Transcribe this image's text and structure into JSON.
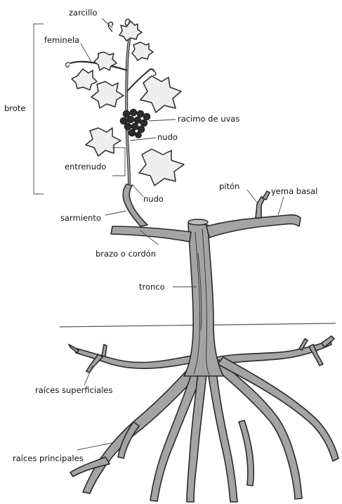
{
  "labels": {
    "zarcillo": "zarcillo",
    "feminela": "feminela",
    "brote": "brote",
    "racimo": "racimo de uvas",
    "nudo_upper": "nudo",
    "entrenudo": "entrenudo",
    "nudo_lower": "nudo",
    "piton": "pitón",
    "yema_basal": "yema basal",
    "sarmiento": "sarmiento",
    "brazo": "brazo o cordón",
    "tronco": "tronco",
    "raices_superficiales": "raíces superficiales",
    "raices_principales": "raíces principales"
  },
  "colors": {
    "wood": "#a4a4a4",
    "leaf": "#eeeeee",
    "grape": "#2b2b2b",
    "outline": "#2a2a2a"
  }
}
